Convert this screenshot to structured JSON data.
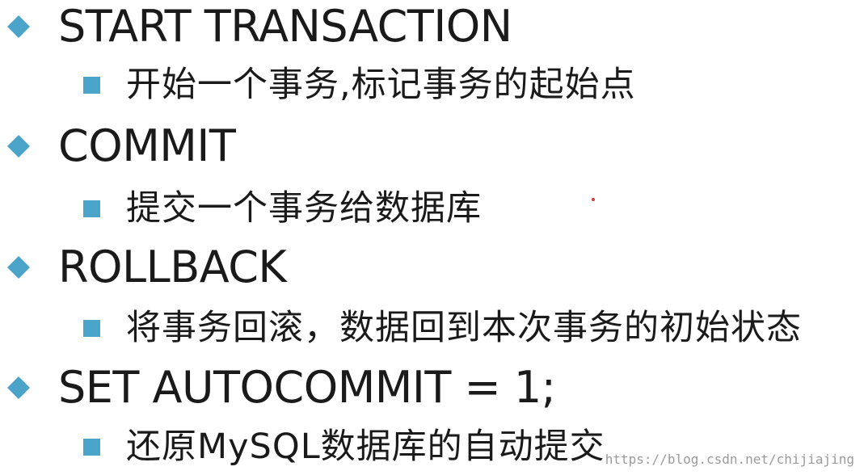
{
  "accent_color": "#4aa3c8",
  "items": [
    {
      "command": "START TRANSACTION",
      "description": "开始一个事务,标记事务的起始点"
    },
    {
      "command": "COMMIT",
      "description": "提交一个事务给数据库"
    },
    {
      "command": "ROLLBACK",
      "description": "将事务回滚，数据回到本次事务的初始状态"
    },
    {
      "command": "SET AUTOCOMMIT = 1;",
      "description": "还原MySQL数据库的自动提交"
    }
  ],
  "watermark": "https://blog.csdn.net/chijiajing",
  "icons": {
    "level1": "diamond-bullet-icon",
    "level2": "square-bullet-icon"
  }
}
